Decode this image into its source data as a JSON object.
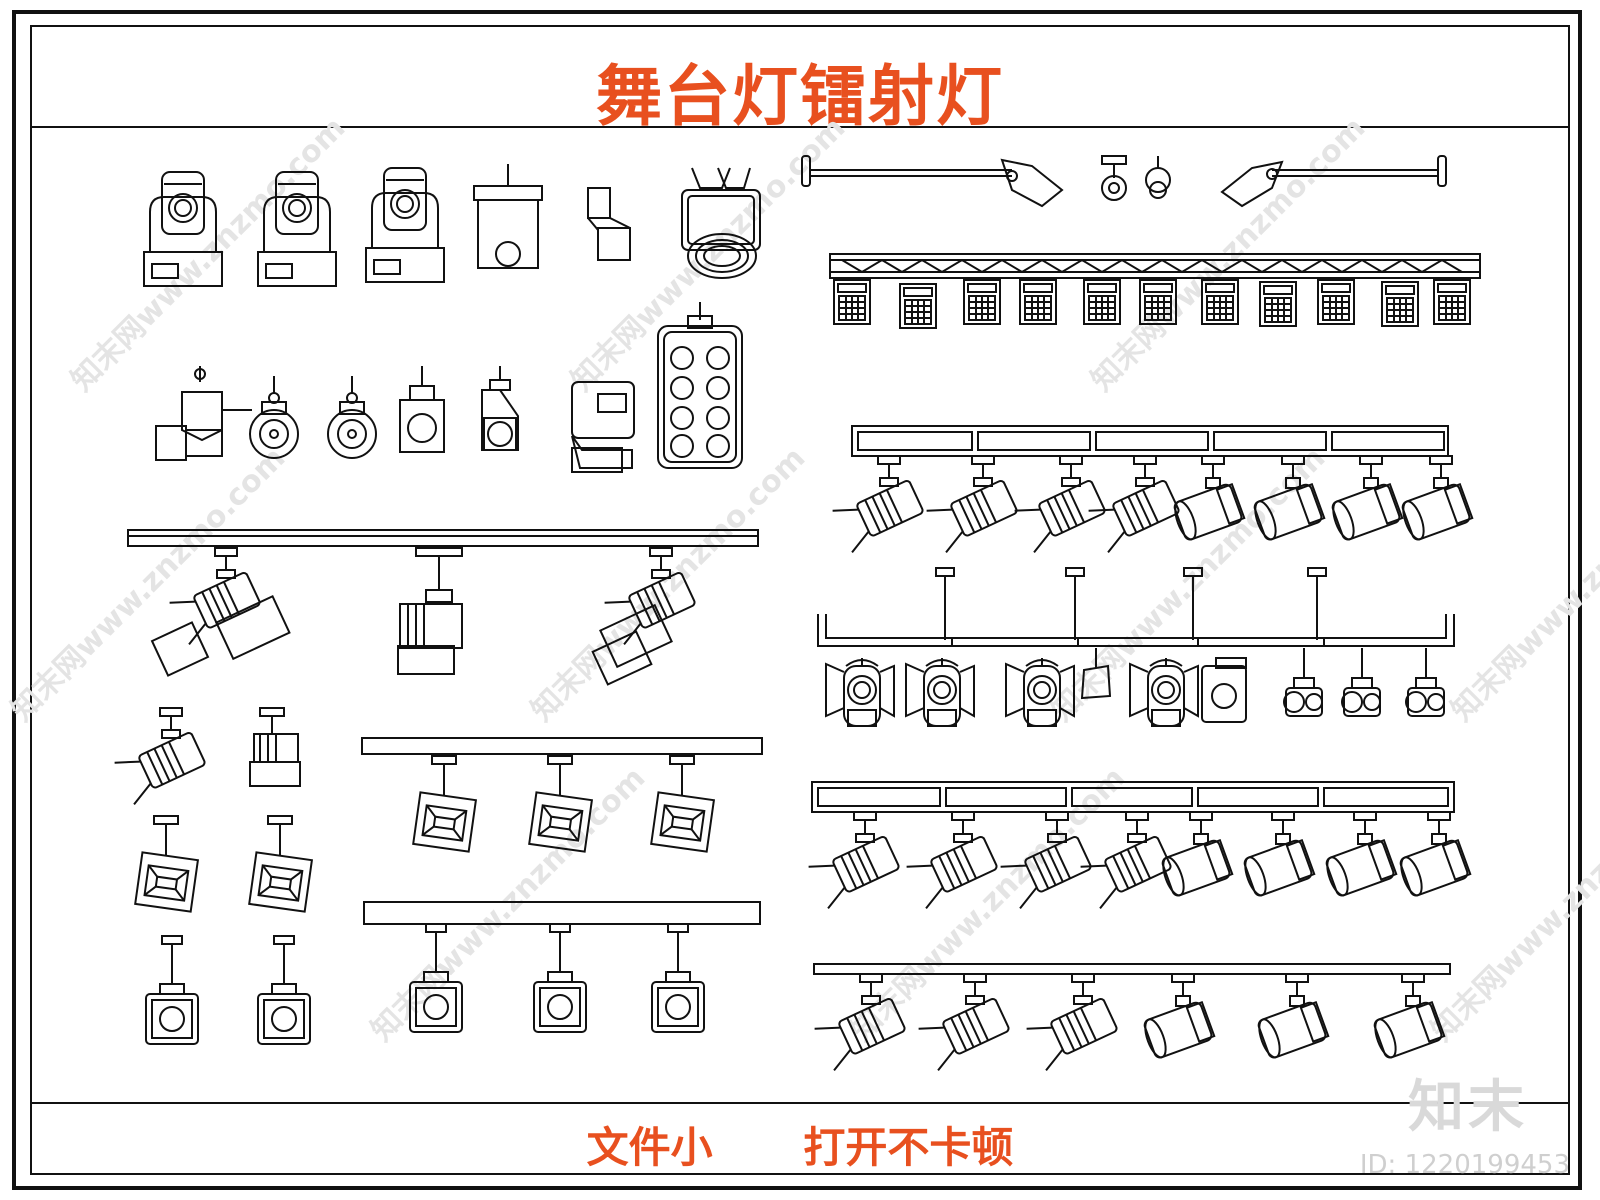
{
  "title": "舞台灯镭射灯",
  "footer": {
    "left": "文件小",
    "right": "打开不卡顿"
  },
  "logo": {
    "brand": "知末",
    "id": "ID: 1220199453"
  },
  "watermark": "知末网www.znzmo.com",
  "colors": {
    "title": "#e8501f",
    "line": "#111111",
    "watermark": "#e4e4e4"
  }
}
